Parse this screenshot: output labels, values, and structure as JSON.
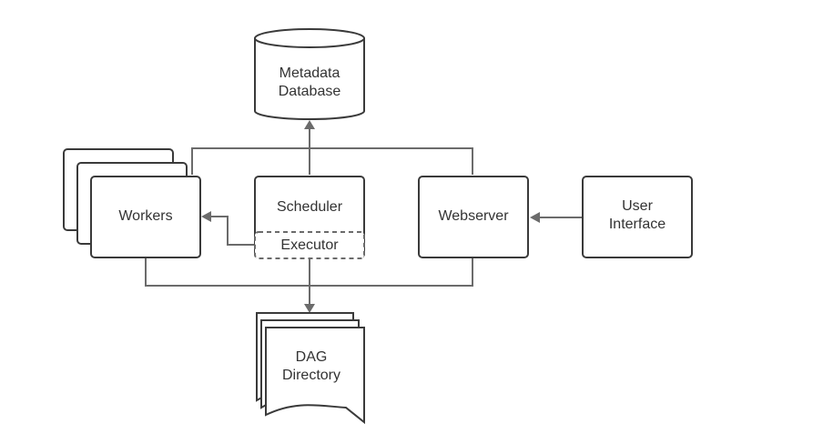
{
  "nodes": {
    "metadata_database": {
      "line1": "Metadata",
      "line2": "Database"
    },
    "workers": {
      "label": "Workers"
    },
    "scheduler": {
      "label": "Scheduler"
    },
    "executor": {
      "label": "Executor"
    },
    "webserver": {
      "label": "Webserver"
    },
    "user_interface": {
      "line1": "User",
      "line2": "Interface"
    },
    "dag_directory": {
      "line1": "DAG",
      "line2": "Directory"
    }
  },
  "colors": {
    "stroke": "#3a3a3a",
    "connector": "#6b6b6b",
    "text": "#333333"
  }
}
